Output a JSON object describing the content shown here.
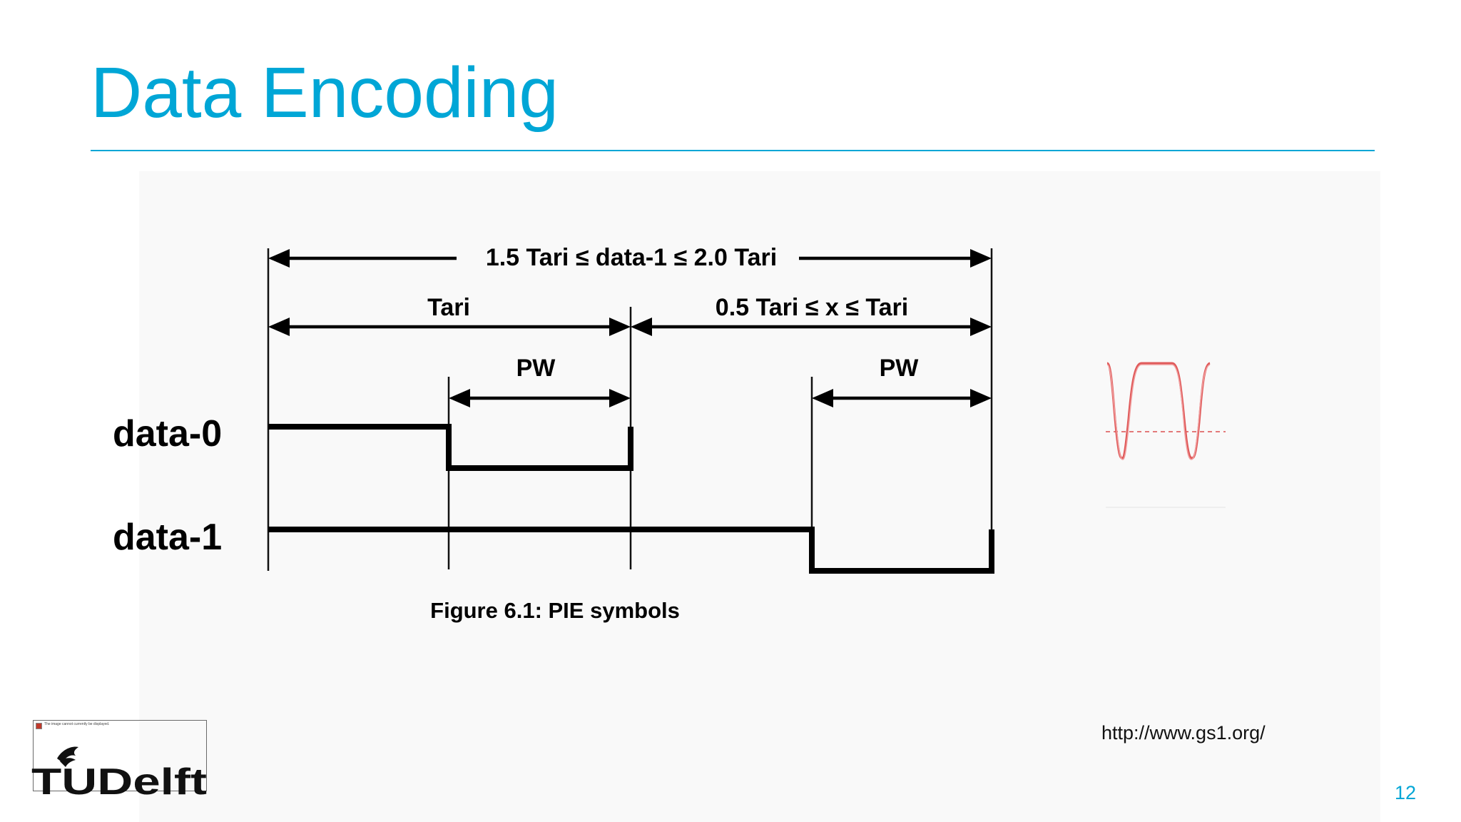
{
  "slide": {
    "title": "Data Encoding",
    "source_url": "http://www.gs1.org/",
    "page_number": "12",
    "accent_color": "#00a6d6"
  },
  "diagram": {
    "label_total": "1.5 Tari ≤ data-1 ≤ 2.0 Tari",
    "label_tari": "Tari",
    "label_x": "0.5 Tari ≤ x ≤ Tari",
    "label_pw_0": "PW",
    "label_pw_1": "PW",
    "row_data0": "data-0",
    "row_data1": "data-1",
    "caption": "Figure 6.1: PIE symbols"
  },
  "logo": {
    "text": "TUDelft",
    "broken_image_note": "The image cannot currently be displayed."
  },
  "icons": {
    "pulse_waveform": "rf-pulse-waveform-icon",
    "logo_flame": "tu-delft-flame-icon"
  }
}
